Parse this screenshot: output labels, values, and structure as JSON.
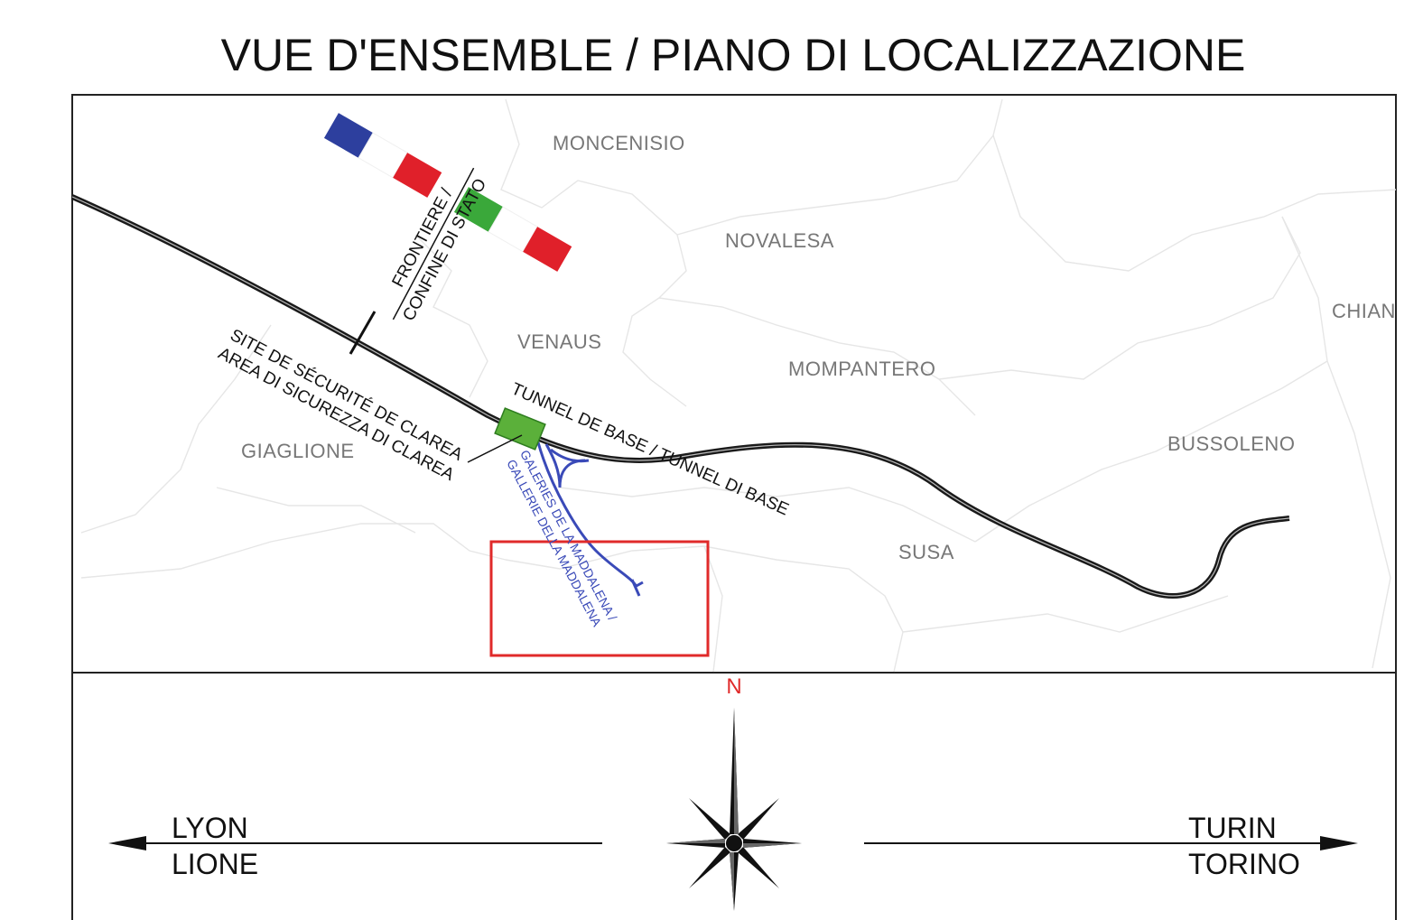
{
  "title": "VUE D'ENSEMBLE / PIANO DI LOCALIZZAZIONE",
  "towns": {
    "moncenisio": "MONCENISIO",
    "novalesa": "NOVALESA",
    "venaus": "VENAUS",
    "mompantero": "MOMPANTERO",
    "giaglione": "GIAGLIONE",
    "susa": "SUSA",
    "bussoleno": "BUSSOLENO",
    "chiano": "CHIAN"
  },
  "labels": {
    "frontier_fr": "FRONTIERE /",
    "frontier_it": "CONFINE DI STATO",
    "site_fr": "SITE DE SÉCURITÉ DE CLAREA",
    "site_it": "AREA DI SICUREZZA DI CLAREA",
    "tunnel": "TUNNEL DE BASE / TUNNEL DI BASE",
    "galleries_fr": "GALERIES DE LA MADDALENA /",
    "galleries_it": "GALLERIE DELLA MADDALENA"
  },
  "legend": {
    "north": "N",
    "west_fr": "LYON",
    "west_it": "LIONE",
    "east_fr": "TURIN",
    "east_it": "TORINO"
  },
  "colors": {
    "tunnel": "#1a1a1a",
    "galleries": "#3a4ab8",
    "site": "#5bb03a",
    "highlight_box": "#e02a2a",
    "flag_blue": "#2d3f9e",
    "flag_red": "#e0202a",
    "flag_green": "#3aa83a",
    "north_label": "#e02a2a"
  }
}
